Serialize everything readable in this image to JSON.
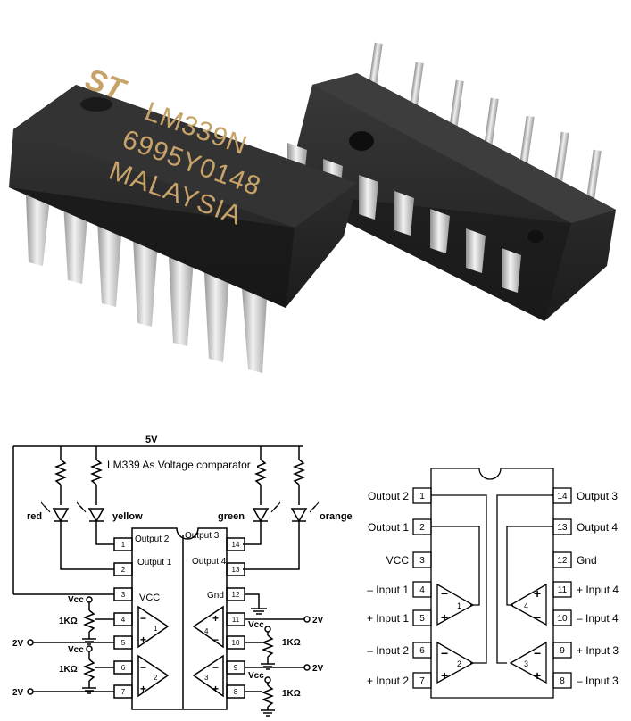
{
  "photo": {
    "logo_text": "ST",
    "marking_lines": [
      "LM339N",
      "6995Y0148",
      "MALAYSIA"
    ]
  },
  "circuit": {
    "title": "LM339 As Voltage comparator",
    "supply_label": "5V",
    "leds": [
      "red",
      "yellow",
      "green",
      "orange"
    ],
    "chip_labels": {
      "output2": "Output 2",
      "output1": "Output 1",
      "vcc": "VCC",
      "output3": "Output 3",
      "output4": "Output 4",
      "gnd": "Gnd"
    },
    "pins_left": [
      "1",
      "2",
      "3",
      "4",
      "5",
      "6",
      "7"
    ],
    "pins_right": [
      "14",
      "13",
      "12",
      "11",
      "10",
      "9",
      "8"
    ],
    "vcc_label": "Vcc",
    "resistor_label": "1KΩ",
    "voltage_label": "2V",
    "comparator_numbers": [
      "1",
      "2",
      "3",
      "4"
    ]
  },
  "pinout": {
    "left_labels": [
      "Output 2",
      "Output 1",
      "VCC",
      "– Input 1",
      "+ Input 1",
      "– Input 2",
      "+ Input 2"
    ],
    "right_labels": [
      "Output 3",
      "Output 4",
      "Gnd",
      "+ Input 4",
      "– Input 4",
      "+ Input 3",
      "– Input 3"
    ],
    "left_pins": [
      "1",
      "2",
      "3",
      "4",
      "5",
      "6",
      "7"
    ],
    "right_pins": [
      "14",
      "13",
      "12",
      "11",
      "10",
      "9",
      "8"
    ],
    "comparator_numbers": [
      "1",
      "2",
      "3",
      "4"
    ]
  },
  "colors": {
    "chip_body": "#2a2a2a",
    "chip_marking": "#c7a36a",
    "pin_metal": "#c9c9c9",
    "line": "#000000"
  }
}
